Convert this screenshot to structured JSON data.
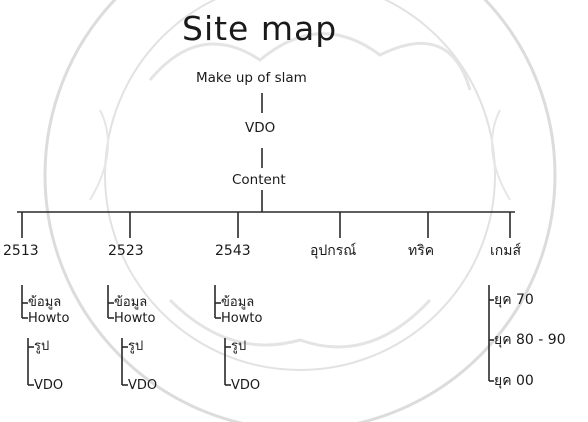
{
  "title": "Site map",
  "root": "Make up of slam",
  "level1": "VDO",
  "level2": "Content",
  "columns": [
    {
      "label": "2513",
      "children": [
        "ข้อมูล",
        "Howto"
      ],
      "grandchildren": [
        "รูป",
        "VDO"
      ]
    },
    {
      "label": "2523",
      "children": [
        "ข้อมูล",
        "Howto"
      ],
      "grandchildren": [
        "รูป",
        "VDO"
      ]
    },
    {
      "label": "2543",
      "children": [
        "ข้อมูล",
        "Howto"
      ],
      "grandchildren": [
        "รูป",
        "VDO"
      ]
    },
    {
      "label": "อุปกรณ์"
    },
    {
      "label": "ทริค"
    },
    {
      "label": "เกมส์",
      "children": [
        "ยุค 70",
        "ยุค 80 - 90",
        "ยุค 00"
      ]
    }
  ],
  "colors": {
    "line": "#2a2a2a",
    "text": "#1a1a1a",
    "watermark": "#d8d8d8"
  }
}
